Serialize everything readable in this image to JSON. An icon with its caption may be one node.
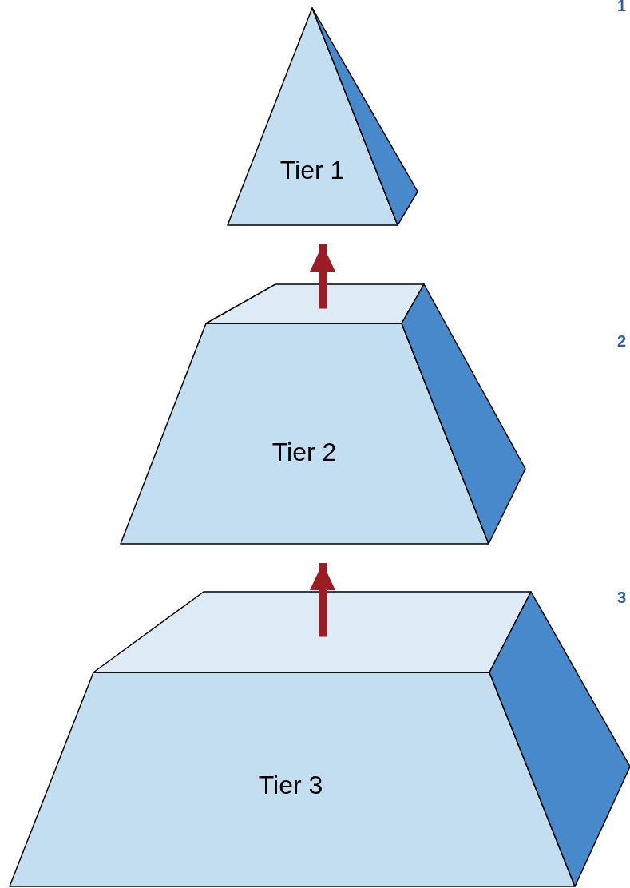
{
  "diagram": {
    "nodes": [
      {
        "text": [
          "Tier 1"
        ]
      },
      {
        "text": [
          "Tier 2"
        ]
      },
      {
        "text": [
          "Tier 3"
        ]
      }
    ],
    "edges": [
      {
        "from": 2,
        "to": 1,
        "arrow": "to",
        "color": "#9b1c24"
      },
      {
        "from": 1,
        "to": 0,
        "arrow": "to",
        "color": "#9b1c24"
      }
    ],
    "labels": [
      "1",
      "2",
      "3"
    ]
  }
}
